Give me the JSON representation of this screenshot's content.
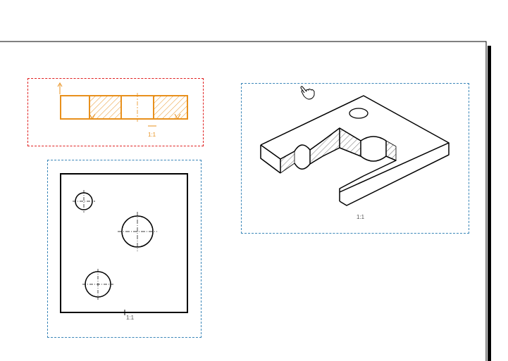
{
  "colors": {
    "sheet_border": "#000000",
    "selected_view_frame": "#e02020",
    "view_frame": "#3a86b8",
    "selected_geometry": "#e8901c",
    "geometry": "#000000",
    "hatch": "#666666"
  },
  "views": {
    "section_view": {
      "scale": "1:1",
      "selected": true
    },
    "top_view": {
      "scale": "1:1"
    },
    "isometric_view": {
      "scale": "1:1"
    }
  },
  "cursor": {
    "icon": "hand-pointer-icon"
  }
}
